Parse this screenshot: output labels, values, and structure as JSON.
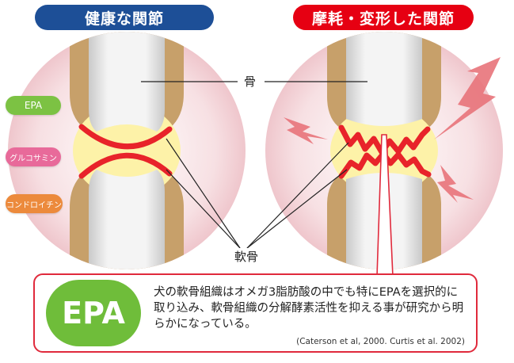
{
  "titles": {
    "healthy": "健康な関節",
    "damaged": "摩耗・変形した関節"
  },
  "labels": {
    "bone": "骨",
    "cartilage": "軟骨"
  },
  "badges": {
    "epa": "EPA",
    "glucosamine": "グルコサミン",
    "chondroitin": "コンドロイチン"
  },
  "info": {
    "badge": "EPA",
    "text": "犬の軟骨組織はオメガ3脂肪酸の中でも特にEPAを選択的に取り込み、軟骨組織の分解酵素活性を抑える事が研究から明らかになっている。",
    "citation": "(Caterson et al, 2000. Curtis et al. 2002)"
  },
  "colors": {
    "healthy_title": "#1d4f97",
    "damaged_title": "#e60012",
    "cartilage": "#e8232a",
    "synovial": "#fdf2a8",
    "bone_outer": "#c7a06a",
    "bone_inner": "#e6e6e6",
    "pain_bolt": "#e8737a",
    "epa_green": "#6fbd3a"
  }
}
